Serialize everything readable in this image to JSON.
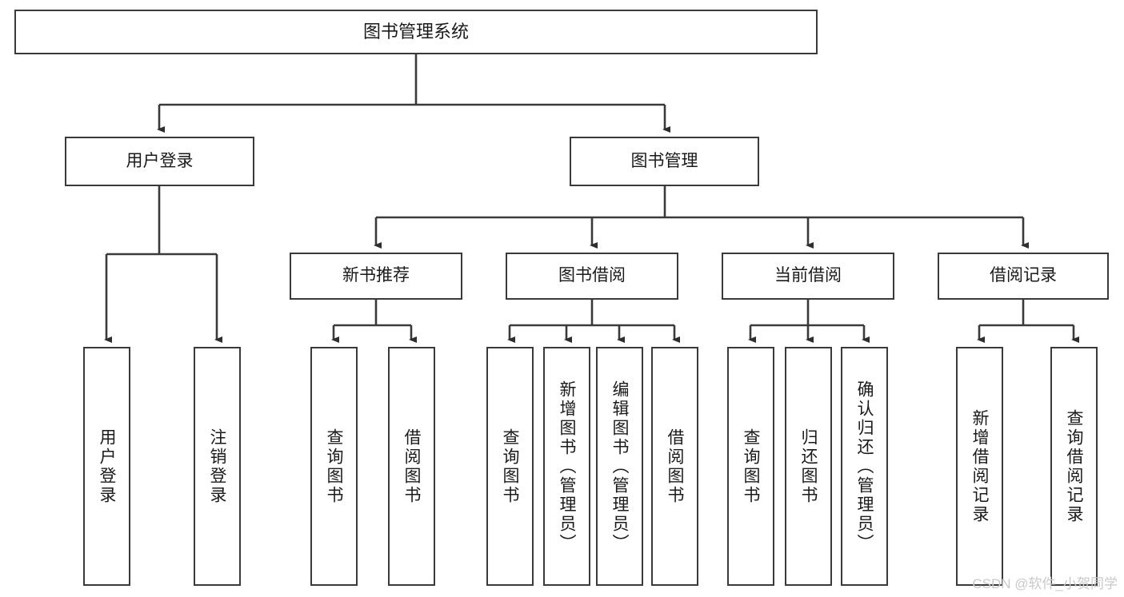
{
  "diagram": {
    "title": "图书管理系统",
    "watermark": "CSDN @软件_小贺同学",
    "stroke_color": "#3a3a3a",
    "background_color": "#ffffff",
    "text_color": "#1a1a1a",
    "nodes": {
      "root": {
        "label": "图书管理系统"
      },
      "level2": [
        {
          "label": "用户登录"
        },
        {
          "label": "图书管理"
        }
      ],
      "level3": [
        {
          "label": "新书推荐"
        },
        {
          "label": "图书借阅"
        },
        {
          "label": "当前借阅"
        },
        {
          "label": "借阅记录"
        }
      ],
      "leaves": [
        {
          "label": "用户登录"
        },
        {
          "label": "注销登录"
        },
        {
          "label": "查询图书"
        },
        {
          "label": "借阅图书"
        },
        {
          "label": "查询图书"
        },
        {
          "label": "新增图书（管理员）"
        },
        {
          "label": "编辑图书（管理员）"
        },
        {
          "label": "借阅图书"
        },
        {
          "label": "查询图书"
        },
        {
          "label": "归还图书"
        },
        {
          "label": "确认归还（管理员）"
        },
        {
          "label": "新增借阅记录"
        },
        {
          "label": "查询借阅记录"
        }
      ]
    }
  }
}
